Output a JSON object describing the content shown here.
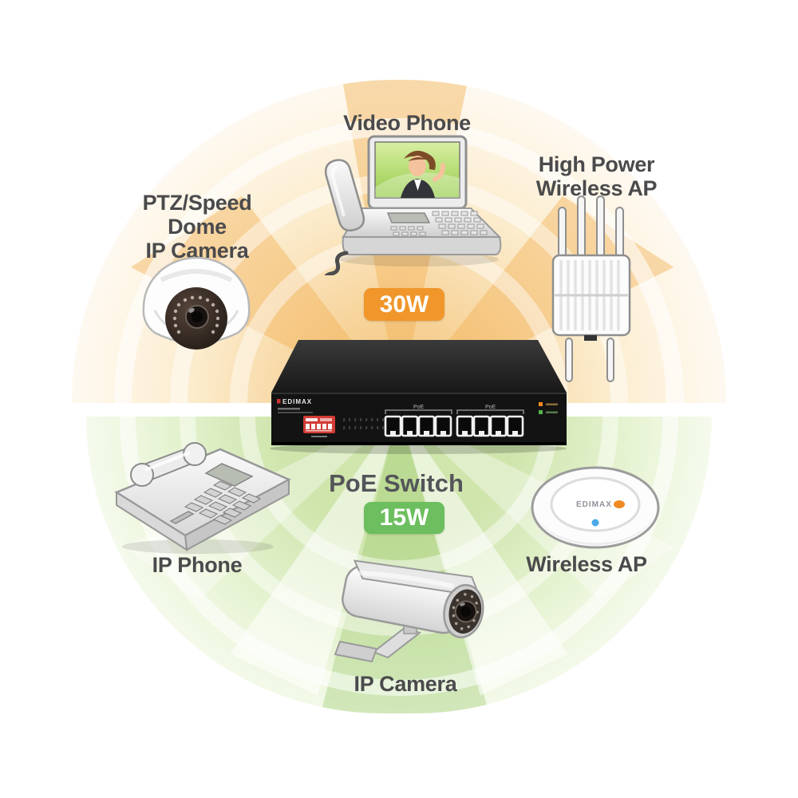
{
  "diagram": {
    "title": "PoE Switch",
    "power_badges": {
      "poe_plus": {
        "label": "30W",
        "color": "#F0962B"
      },
      "poe": {
        "label": "15W",
        "color": "#6CBE5E"
      }
    },
    "devices": {
      "video_phone": {
        "label": "Video Phone"
      },
      "high_power_wireless_ap": {
        "label_line1": "High Power",
        "label_line2": "Wireless AP"
      },
      "ptz_speed_dome_ip_camera": {
        "label_line1": "PTZ/Speed Dome",
        "label_line2": "IP Camera"
      },
      "ip_phone": {
        "label": "IP Phone"
      },
      "wireless_ap": {
        "label": "Wireless AP",
        "brand": "EDIMAX",
        "led_color": "#4AA8E8"
      },
      "ip_camera": {
        "label": "IP Camera"
      }
    },
    "switch": {
      "brand": "EDIMAX",
      "port_group_label": "PoE",
      "leds": {
        "power_color": "#F08A24",
        "poe_max_color": "#55B44A"
      }
    }
  }
}
